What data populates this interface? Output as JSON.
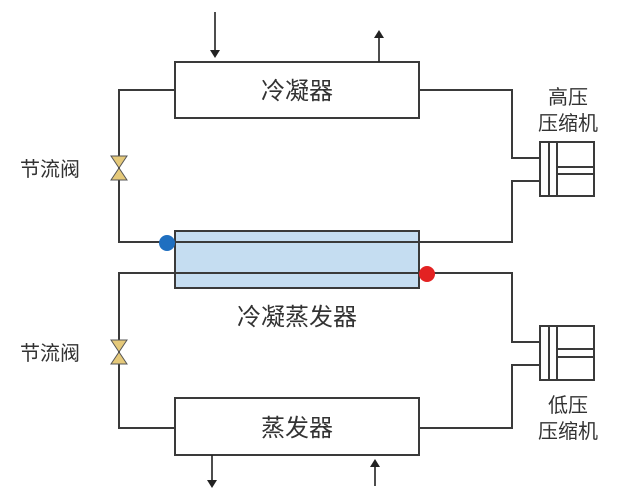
{
  "diagram": {
    "condenser": {
      "label": "冷凝器"
    },
    "cascade_exchanger": {
      "label": "冷凝蒸发器",
      "fill": "#c5ddf1"
    },
    "evaporator": {
      "label": "蒸发器"
    },
    "high_compressor": {
      "label_line1": "高压",
      "label_line2": "压缩机"
    },
    "low_compressor": {
      "label_line1": "低压",
      "label_line2": "压缩机"
    },
    "upper_valve": {
      "label": "节流阀"
    },
    "lower_valve": {
      "label": "节流阀"
    },
    "valve_color": "#e5c97a",
    "cold_node_color": "#1f6fc0",
    "hot_node_color": "#e32222"
  }
}
